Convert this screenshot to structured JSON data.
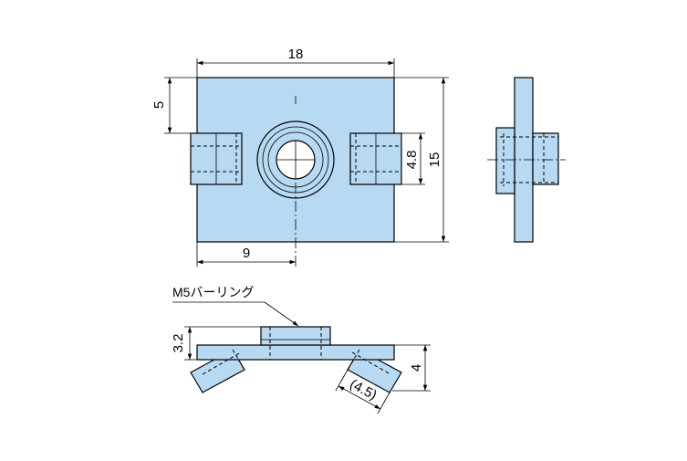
{
  "colors": {
    "part_fill": "#B7D9F2",
    "line": "#000000",
    "background": "#FFFFFF"
  },
  "dimensions": {
    "width": "18",
    "top_offset": "5",
    "slot_height": "4.8",
    "height": "15",
    "half_width": "9",
    "thickness_top": "3.2",
    "thickness_side": "4",
    "tab_length": "(4.5)"
  },
  "labels": {
    "burring": "M5バーリング"
  }
}
